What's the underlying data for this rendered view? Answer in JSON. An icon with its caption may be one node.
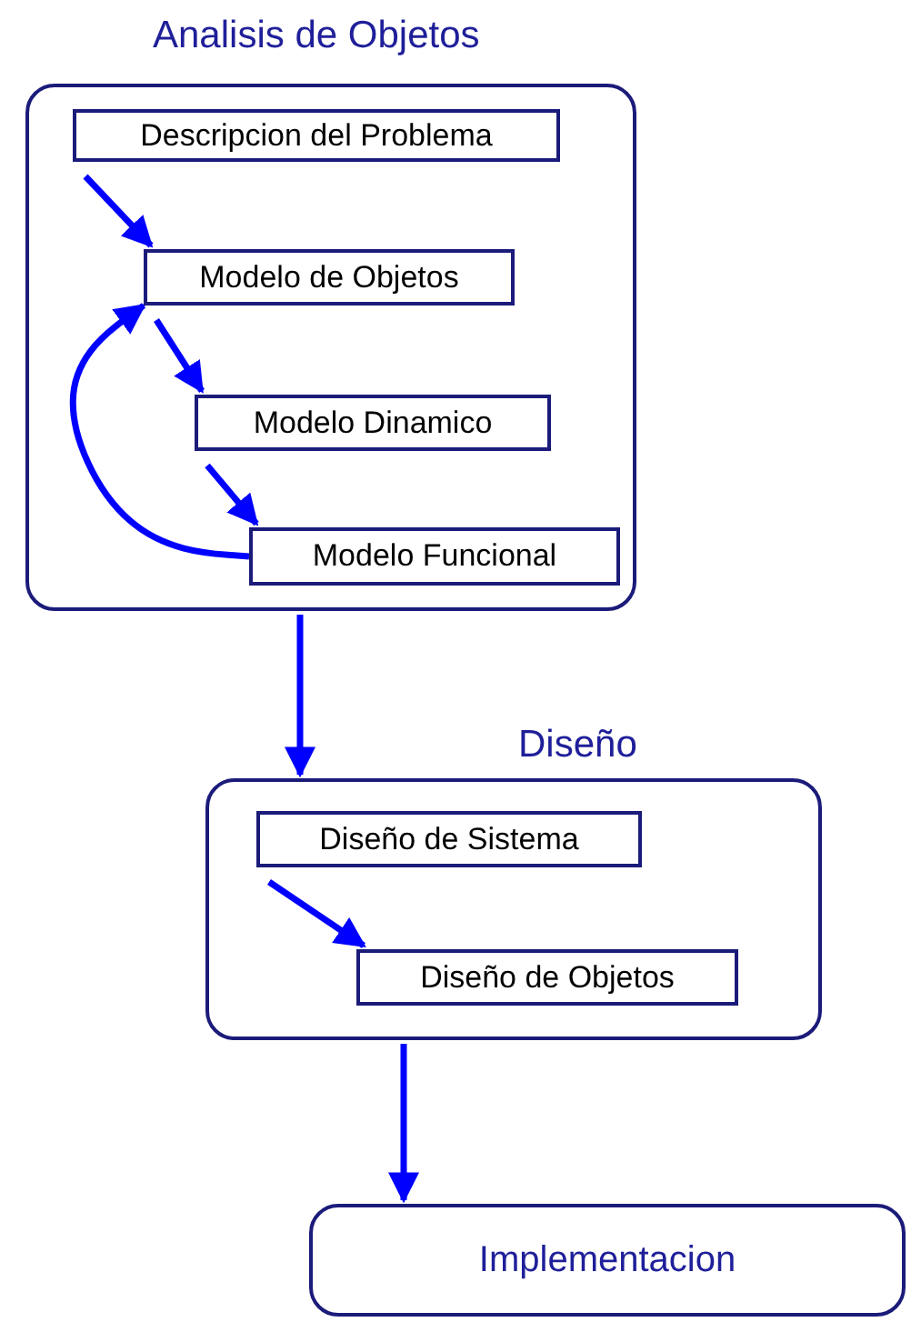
{
  "diagram": {
    "nodes": [
      {
        "text": [
          "Analisis de Objetos"
        ]
      },
      {
        "text": [
          "Descripcion del Problema"
        ],
        "in": 0
      },
      {
        "text": [
          "Modelo de Objetos"
        ],
        "in": 0
      },
      {
        "text": [
          "Modelo Dinamico"
        ],
        "in": 0
      },
      {
        "text": [
          "Modelo Funcional"
        ],
        "in": 0
      },
      {
        "text": [
          "Diseño"
        ]
      },
      {
        "text": [
          "Diseño de Sistema"
        ],
        "in": 5
      },
      {
        "text": [
          "Diseño de Objetos"
        ],
        "in": 5
      },
      {
        "text": [
          "Implementacion"
        ]
      }
    ],
    "edges": [
      {
        "from": 1,
        "to": 2,
        "arrow": "to"
      },
      {
        "from": 2,
        "to": 3,
        "arrow": "to"
      },
      {
        "from": 3,
        "to": 4,
        "arrow": "to"
      },
      {
        "from": 4,
        "to": 2,
        "arrow": "to"
      },
      {
        "from": 0,
        "to": 5,
        "arrow": "to"
      },
      {
        "from": 6,
        "to": 7,
        "arrow": "to"
      },
      {
        "from": 5,
        "to": 8,
        "arrow": "to"
      }
    ]
  }
}
